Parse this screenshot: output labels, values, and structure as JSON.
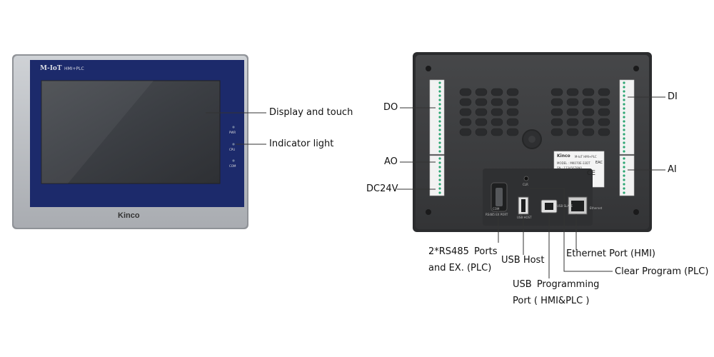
{
  "front": {
    "brand_logo": "M-IoT",
    "brand_sub": "HMI+PLC",
    "maker": "Kinco",
    "led_pwr": "PWR",
    "led_cpu": "CPU",
    "led_com": "COM"
  },
  "rear": {
    "port_com": "COM",
    "port_rs485": "RS485 EX PORT",
    "port_usb_host": "USB HOST",
    "port_usb_slave": "USB SLAVE",
    "port_ethernet": "Ethernet",
    "clr": "CLR",
    "sticker_brand": "Kinco",
    "sticker_model": "MODEL : MK070E-33DT",
    "sticker_line2": "M-IoT HMI+PLC",
    "sticker_line3": "SN : 1234567890",
    "sticker_ce": "CE",
    "sticker_eac": "EAC"
  },
  "callouts": {
    "display": "Display and touch",
    "indicator": "Indicator light",
    "do": "DO",
    "ao": "AO",
    "dc24v": "DC24V",
    "di": "DI",
    "ai": "AI",
    "rs485_line1": "2*RS485 Ports",
    "rs485_line2": "and EX. (PLC)",
    "usb_host": "USB Host",
    "usb_prog_line1": "USB Programming",
    "usb_prog_line2": "Port ( HMI&PLC )",
    "ethernet": "Ethernet Port (HMI)",
    "clear": "Clear Program (PLC)"
  },
  "colors": {
    "bezel": "#b8bbc0",
    "screen_border": "#1c2a6b",
    "screen": "#3c3f44",
    "rear_case": "#3a3b3d",
    "terminal": "#f2f2f2",
    "terminal_accent": "#2aa672"
  }
}
